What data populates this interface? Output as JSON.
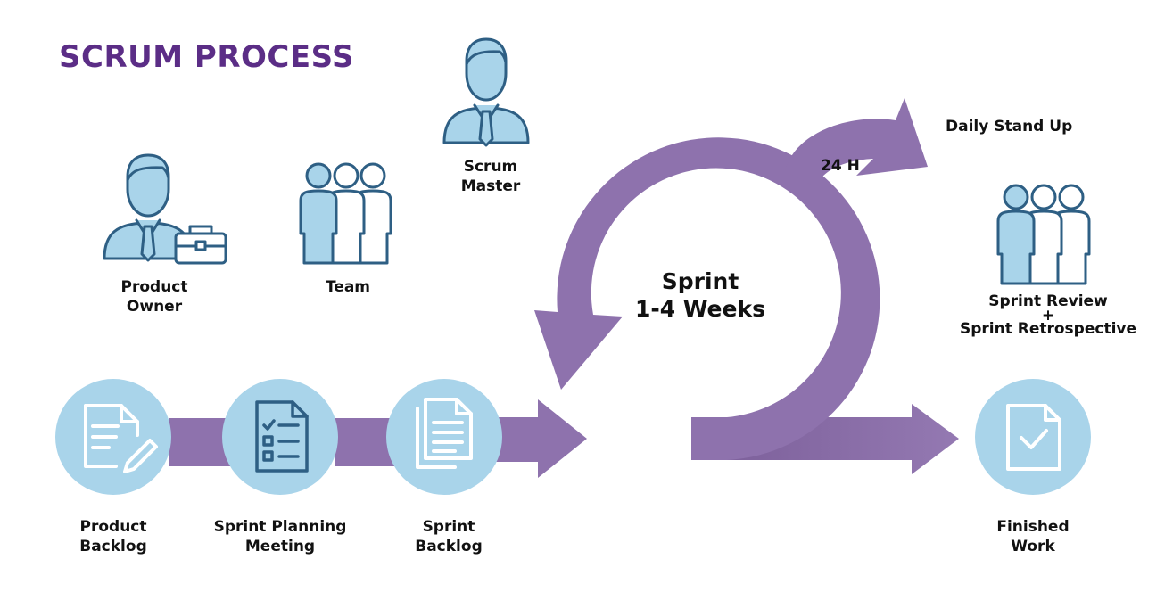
{
  "title": "SCRUM PROCESS",
  "colors": {
    "title": "#5b2d86",
    "arrow": "#8e72ad",
    "circle": "#a9d4ea",
    "icon_stroke": "#2e5f84",
    "icon_fill": "#a9d4ea"
  },
  "roles": {
    "product_owner": [
      "Product",
      "Owner"
    ],
    "team": "Team",
    "scrum_master": [
      "Scrum",
      "Master"
    ]
  },
  "sprint": {
    "line1": "Sprint",
    "line2": "1-4 Weeks",
    "daily": "Daily Stand Up",
    "cycle": "24 H"
  },
  "review": {
    "line1": "Sprint Review",
    "plus": "+",
    "line2": "Sprint Retrospective"
  },
  "steps": [
    {
      "lines": [
        "Product",
        "Backlog"
      ],
      "icon": "document-pencil-icon"
    },
    {
      "lines": [
        "Sprint Planning",
        "Meeting"
      ],
      "icon": "checklist-icon"
    },
    {
      "lines": [
        "Sprint",
        "Backlog"
      ],
      "icon": "documents-stack-icon"
    }
  ],
  "finished": {
    "lines": [
      "Finished",
      "Work"
    ],
    "icon": "document-check-icon"
  }
}
